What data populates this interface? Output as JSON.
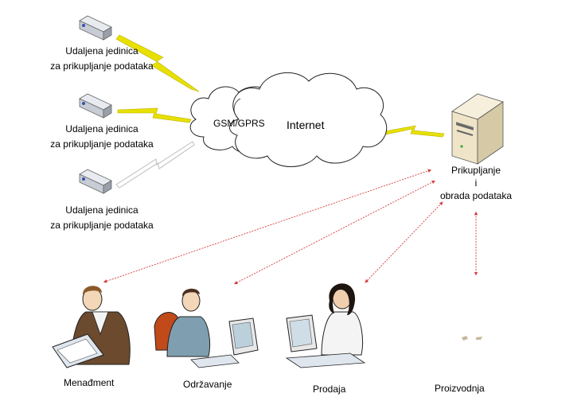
{
  "diagram": {
    "remote_units": [
      {
        "line1": "Udaljena jedinica",
        "line2": "za prikupljanje podataka"
      },
      {
        "line1": "Udaljena jedinica",
        "line2": "za prikupljanje podataka"
      },
      {
        "line1": "Udaljena jedinica",
        "line2": "za prikupljanje podataka"
      }
    ],
    "clouds": {
      "gsm": "GSM/GPRS",
      "internet": "Internet"
    },
    "server": {
      "line1": "Prikupljanje",
      "line2": "i",
      "line3": "obrada podataka"
    },
    "departments": [
      {
        "label": "Menađment"
      },
      {
        "label": "Održavanje"
      },
      {
        "label": "Prodaja"
      },
      {
        "label": "Proizvodnja"
      }
    ],
    "colors": {
      "link_arrow": "#d63b3b",
      "lightning": "#e8e000",
      "lightning_faded": "#c8c8c8",
      "cloud_stroke": "#222222",
      "server_body": "#efe4c8",
      "device": "#c8ccd4"
    },
    "icons": [
      "remote-device-icon",
      "lightning-bolt-icon",
      "cloud-icon",
      "server-tower-icon",
      "office-worker-icon"
    ]
  }
}
